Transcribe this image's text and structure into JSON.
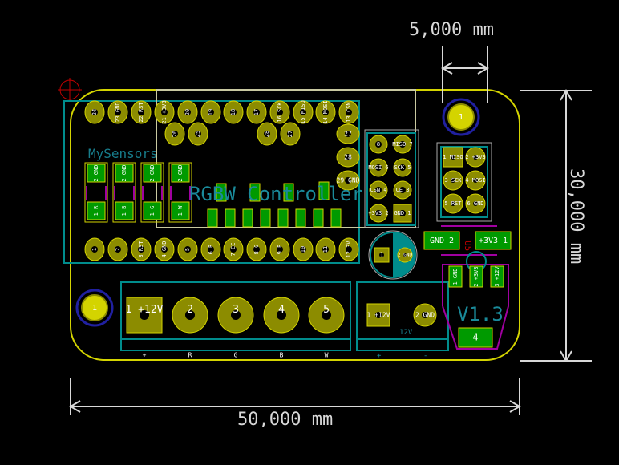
{
  "board": {
    "title": "RGBW Controller",
    "brand": "MySensors",
    "version": "V1.3",
    "colors": {
      "background": "#000000",
      "edge": "#d4d400",
      "pad": "#8c8c00",
      "smd": "#009a00",
      "courtyard": "#008c8c",
      "fab": "#c8c8a0",
      "silk_purple": "#a000a0",
      "via_ring": "#2020a0"
    }
  },
  "dimensions": {
    "width": "50,000 mm",
    "height": "30,000 mm",
    "hole_spacing": "5,000 mm"
  },
  "mounting_holes": [
    {
      "label": "1"
    },
    {
      "label": "1"
    },
    {
      "label": "1"
    }
  ],
  "arduino_top_row": [
    "24",
    "23 GND",
    "22 RST",
    "21 +3V3",
    "20",
    "19",
    "18",
    "17",
    "16 SCK",
    "15 MISO",
    "14 MOSI",
    "13 CSN"
  ],
  "arduino_inner_row": [
    "26",
    "25",
    "28",
    "27"
  ],
  "arduino_right_col": [
    "27",
    "28",
    "29 GND"
  ],
  "arduino_bottom_row": [
    "1",
    "2",
    "3 RST",
    "4 GND",
    "5",
    "6 R",
    "7 CE",
    "8 G",
    "9 B",
    "10",
    "11",
    "12 3V"
  ],
  "leds": [
    {
      "top": "2 GND",
      "bottom": "1 R"
    },
    {
      "top": "2 GND",
      "bottom": "1 B"
    },
    {
      "top": "2 GND",
      "bottom": "1 G"
    },
    {
      "top": "2 GND",
      "bottom": "1 W"
    }
  ],
  "radio_header": [
    "8",
    "MISO 7",
    "MOSI 6",
    "SCK 5",
    "CSN 4",
    "CE 3",
    "+3V3 2",
    "GND 1"
  ],
  "isp_header": [
    "1 MISO",
    "2 +3V3",
    "3 SCK",
    "4 MOSI",
    "5 RST",
    "6 GND"
  ],
  "capacitor": [
    "1",
    "2 GND"
  ],
  "regulator": {
    "ref": "U5",
    "pads_top": [
      "GND 2",
      "+3V3 1"
    ],
    "pads_small": [
      "1 GND",
      "2 +3V3",
      "3 +12V"
    ],
    "tab": "4"
  },
  "terminal_main": {
    "pads": [
      "1 +12V",
      "2",
      "3",
      "4",
      "5"
    ],
    "labels": [
      "+",
      "R",
      "G",
      "B",
      "W"
    ]
  },
  "terminal_power": {
    "pads": [
      "1 +12V",
      "2 GND"
    ],
    "value": "12V",
    "labels": [
      "+",
      "-"
    ]
  }
}
